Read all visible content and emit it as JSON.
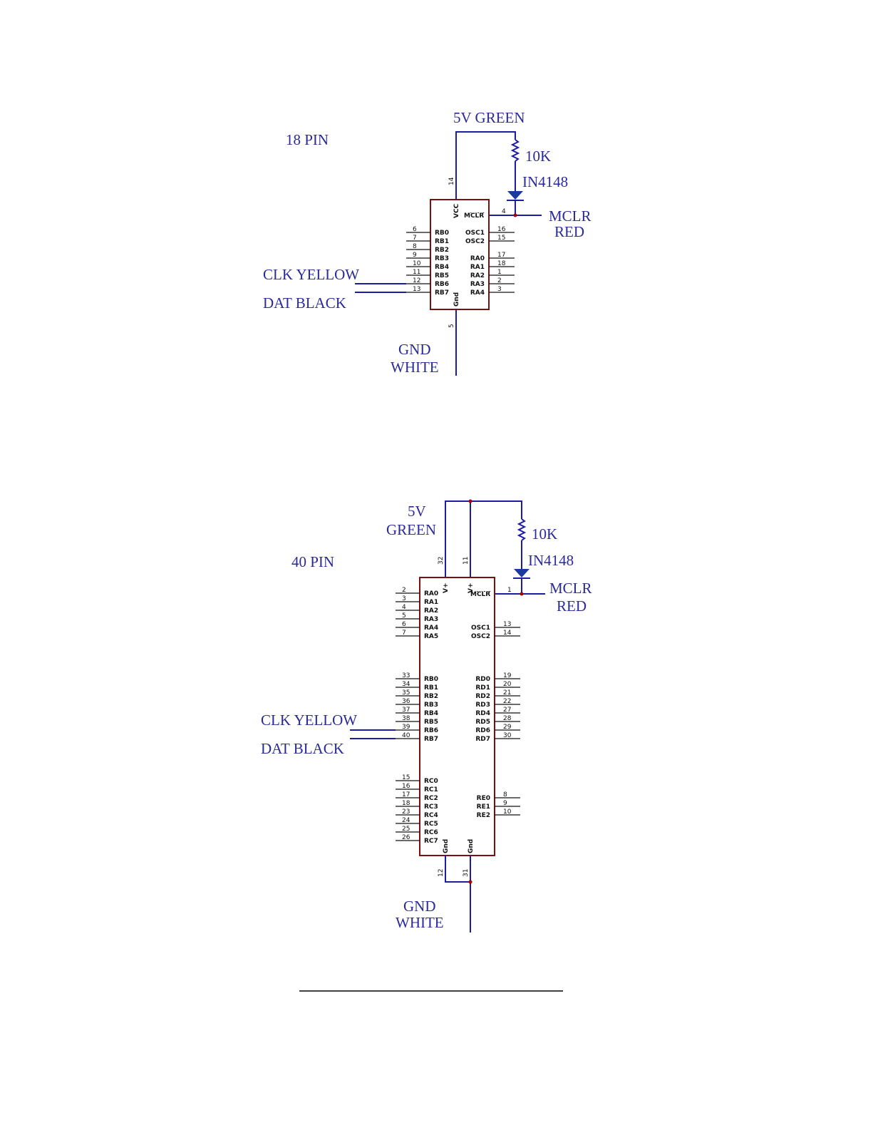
{
  "diagram_18": {
    "title": "18 PIN",
    "supply": "5V  GREEN",
    "resistor": "10K",
    "diode": "IN4148",
    "mclr": [
      "MCLR",
      "RED"
    ],
    "clk": "CLK  YELLOW",
    "dat": "DAT BLACK",
    "gnd": [
      "GND",
      "WHITE"
    ],
    "vcc_pin": "VCC",
    "vcc_num": "14",
    "mclr_pin": "MCLR",
    "mclr_num": "4",
    "gnd_pin": "Gnd",
    "gnd_num": "5",
    "left_pins": [
      {
        "name": "RB0",
        "num": "6"
      },
      {
        "name": "RB1",
        "num": "7"
      },
      {
        "name": "RB2",
        "num": "8"
      },
      {
        "name": "RB3",
        "num": "9"
      },
      {
        "name": "RB4",
        "num": "10"
      },
      {
        "name": "RB5",
        "num": "11"
      },
      {
        "name": "RB6",
        "num": "12"
      },
      {
        "name": "RB7",
        "num": "13"
      }
    ],
    "right_pins": [
      {
        "name": "OSC1",
        "num": "16"
      },
      {
        "name": "OSC2",
        "num": "15"
      },
      {
        "name": "RA0",
        "num": "17"
      },
      {
        "name": "RA1",
        "num": "18"
      },
      {
        "name": "RA2",
        "num": "1"
      },
      {
        "name": "RA3",
        "num": "2"
      },
      {
        "name": "RA4",
        "num": "3"
      }
    ]
  },
  "diagram_40": {
    "title": "40 PIN",
    "supply": [
      "5V",
      "GREEN"
    ],
    "resistor": "10K",
    "diode": "IN4148",
    "mclr": [
      "MCLR",
      "RED"
    ],
    "clk": "CLK  YELLOW",
    "dat": "DAT  BLACK",
    "gnd": [
      "GND",
      "WHITE"
    ],
    "vplus": "V+",
    "vplus_nums": [
      "32",
      "11"
    ],
    "mclr_pin": "MCLR",
    "mclr_num": "1",
    "gnd_pin": "Gnd",
    "gnd_nums": [
      "12",
      "31"
    ],
    "left_pins": [
      {
        "name": "RA0",
        "num": "2"
      },
      {
        "name": "RA1",
        "num": "3"
      },
      {
        "name": "RA2",
        "num": "4"
      },
      {
        "name": "RA3",
        "num": "5"
      },
      {
        "name": "RA4",
        "num": "6"
      },
      {
        "name": "RA5",
        "num": "7"
      },
      {
        "name": "RB0",
        "num": "33"
      },
      {
        "name": "RB1",
        "num": "34"
      },
      {
        "name": "RB2",
        "num": "35"
      },
      {
        "name": "RB3",
        "num": "36"
      },
      {
        "name": "RB4",
        "num": "37"
      },
      {
        "name": "RB5",
        "num": "38"
      },
      {
        "name": "RB6",
        "num": "39"
      },
      {
        "name": "RB7",
        "num": "40"
      },
      {
        "name": "RC0",
        "num": "15"
      },
      {
        "name": "RC1",
        "num": "16"
      },
      {
        "name": "RC2",
        "num": "17"
      },
      {
        "name": "RC3",
        "num": "18"
      },
      {
        "name": "RC4",
        "num": "23"
      },
      {
        "name": "RC5",
        "num": "24"
      },
      {
        "name": "RC6",
        "num": "25"
      },
      {
        "name": "RC7",
        "num": "26"
      }
    ],
    "right_pins": [
      {
        "name": "OSC1",
        "num": "13"
      },
      {
        "name": "OSC2",
        "num": "14"
      },
      {
        "name": "RD0",
        "num": "19"
      },
      {
        "name": "RD1",
        "num": "20"
      },
      {
        "name": "RD2",
        "num": "21"
      },
      {
        "name": "RD3",
        "num": "22"
      },
      {
        "name": "RD4",
        "num": "27"
      },
      {
        "name": "RD5",
        "num": "28"
      },
      {
        "name": "RD6",
        "num": "29"
      },
      {
        "name": "RD7",
        "num": "30"
      },
      {
        "name": "RE0",
        "num": "8"
      },
      {
        "name": "RE1",
        "num": "9"
      },
      {
        "name": "RE2",
        "num": "10"
      }
    ]
  }
}
